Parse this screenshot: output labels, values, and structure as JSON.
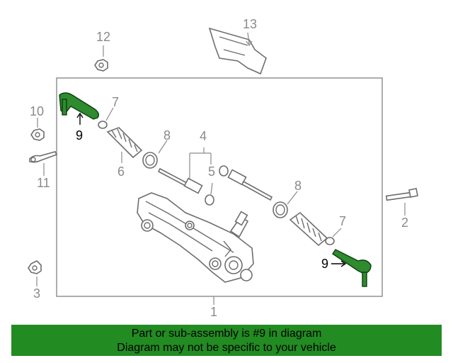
{
  "callouts": {
    "c1": "1",
    "c2": "2",
    "c3": "3",
    "c4": "4",
    "c5": "5",
    "c6": "6",
    "c7a": "7",
    "c7b": "7",
    "c8a": "8",
    "c8b": "8",
    "c9a": "9",
    "c9b": "9",
    "c10": "10",
    "c11": "11",
    "c12": "12",
    "c13": "13"
  },
  "banner": {
    "line1": "Part or sub-assembly is #9 in diagram",
    "line2": "Diagram may not be specific to your vehicle"
  },
  "colors": {
    "highlight_part": "#2e8b2e",
    "banner_background": "#228b22",
    "line_art": "#6e6e6e"
  }
}
